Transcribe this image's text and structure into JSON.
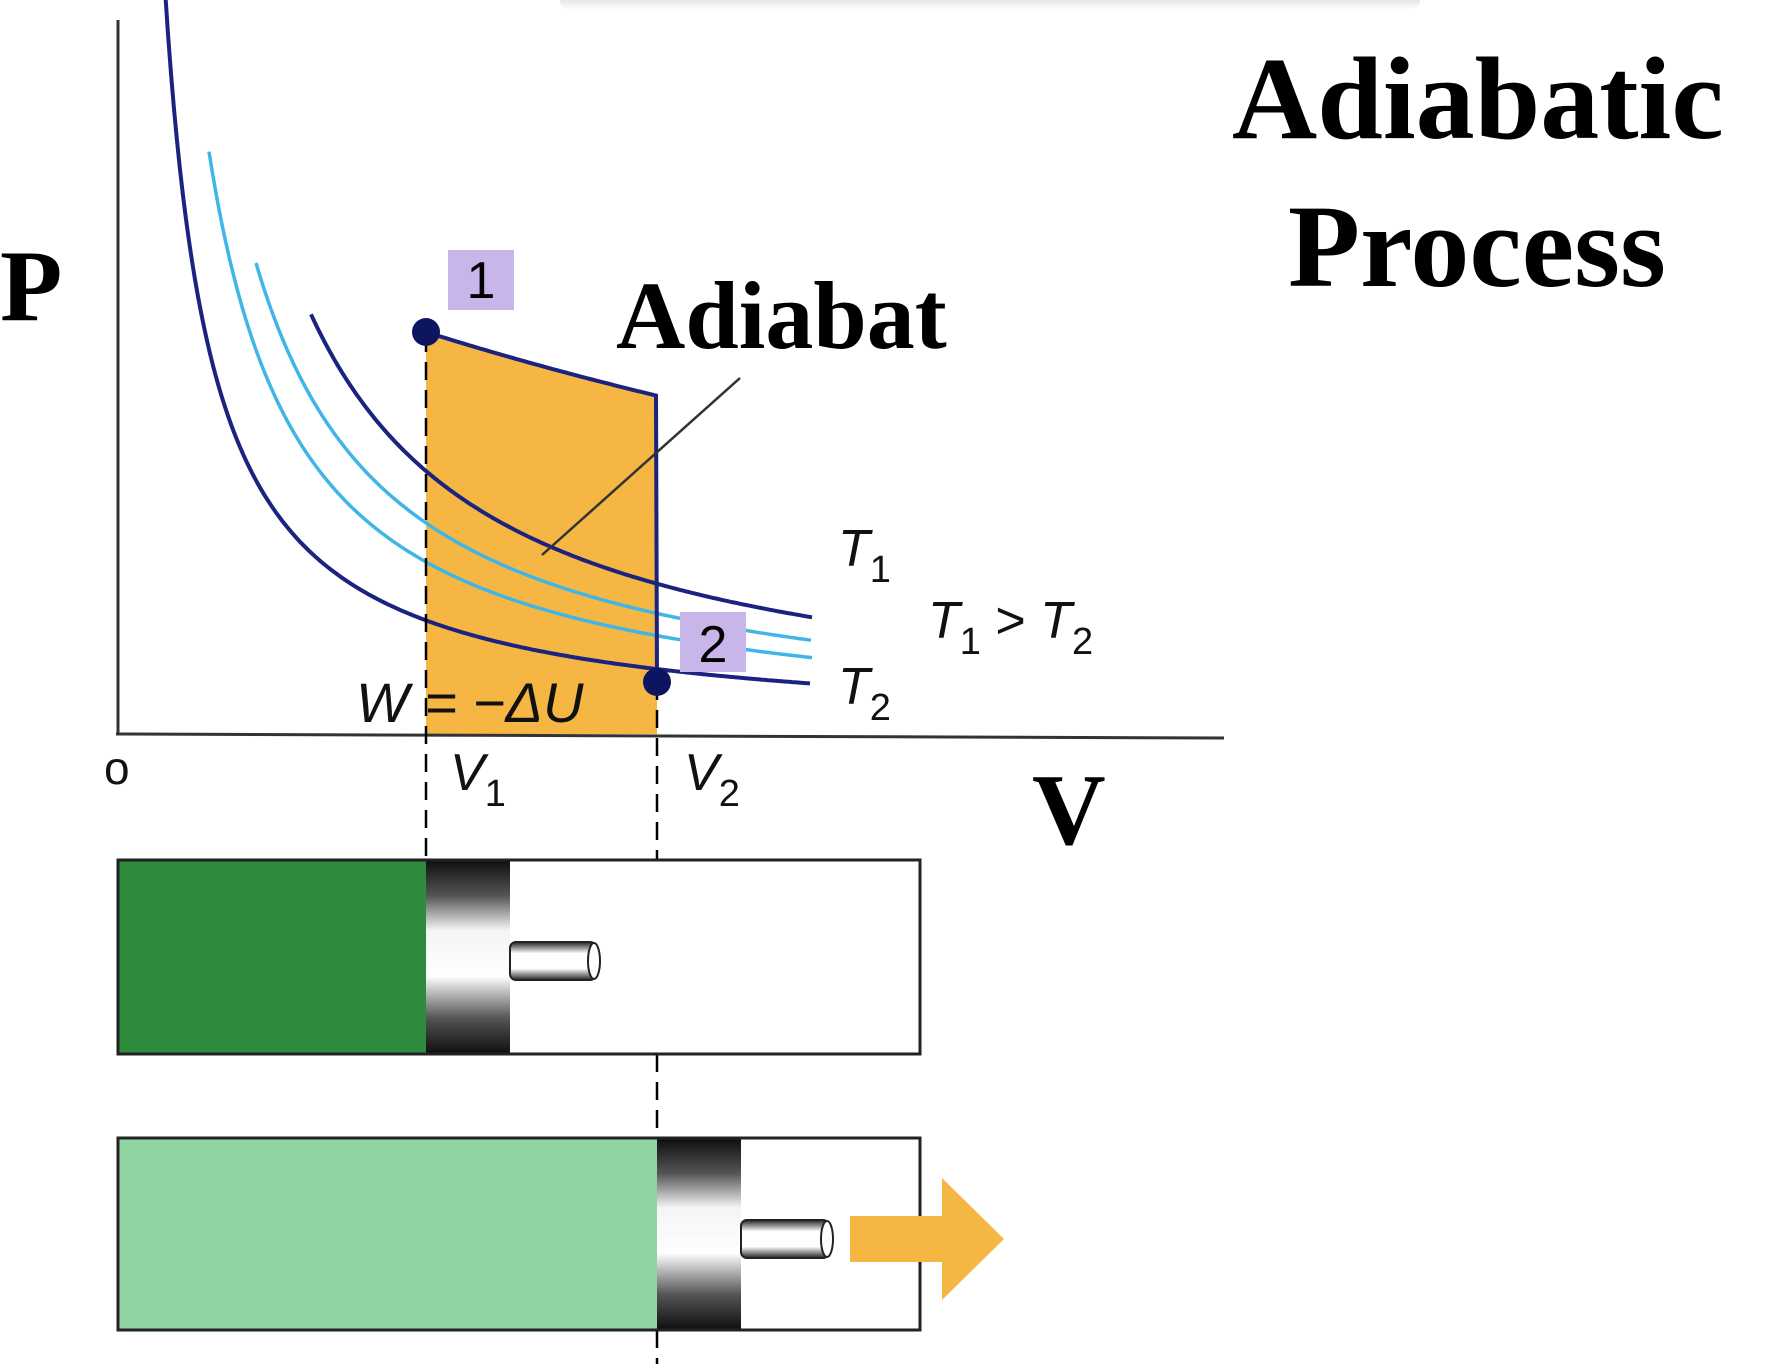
{
  "title": {
    "line1": "Adiabatic",
    "line2": "Process"
  },
  "axes": {
    "y_label": "P",
    "x_label": "V",
    "origin": "o"
  },
  "curve_label": "Adiabat",
  "states": [
    {
      "number": "1"
    },
    {
      "number": "2"
    }
  ],
  "isotherm_labels": {
    "hot": {
      "base": "T",
      "sub": "1"
    },
    "cold": {
      "base": "T",
      "sub": "2"
    }
  },
  "comparison": {
    "left": "T",
    "left_sub": "1",
    "op": " > ",
    "right": "T",
    "right_sub": "2"
  },
  "work_label": "W = −ΔU",
  "volume_ticks": [
    {
      "base": "V",
      "sub": "1"
    },
    {
      "base": "V",
      "sub": "2"
    }
  ],
  "colors": {
    "isotherm_dark": "#1a237e",
    "isotherm_light": "#3fb6e6",
    "work_fill": "#f6b643",
    "state_point": "#0d1560",
    "state_badge": "#c8b6ea",
    "gas_compressed": "#2e8a3c",
    "gas_expanded": "#8fd4a2",
    "arrow": "#f6b643"
  }
}
